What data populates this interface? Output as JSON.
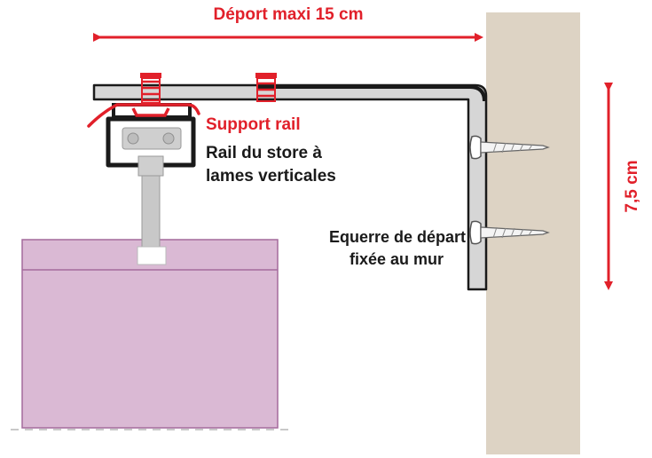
{
  "labels": {
    "depth": "Déport maxi 15 cm",
    "height": "7,5 cm",
    "support_rail": "Support rail",
    "rail_line1": "Rail du store à",
    "rail_line2": "lames verticales",
    "bracket_line1": "Equerre de départ",
    "bracket_line2": "fixée au mur"
  },
  "colors": {
    "accent_red": "#e1202a",
    "wall": "#ddd3c4",
    "bracket_fill": "#d6d6d6",
    "outline": "#1a1a1a",
    "blind_fill": "#dab9d4",
    "blind_stroke": "#a46a9c",
    "rail_white": "#ffffff",
    "grey_part": "#c8c8c8",
    "text_dark": "#1a1a1a"
  },
  "icons": {
    "screw_top": "screw-red-icon",
    "wall_screw": "wood-screw-icon"
  }
}
